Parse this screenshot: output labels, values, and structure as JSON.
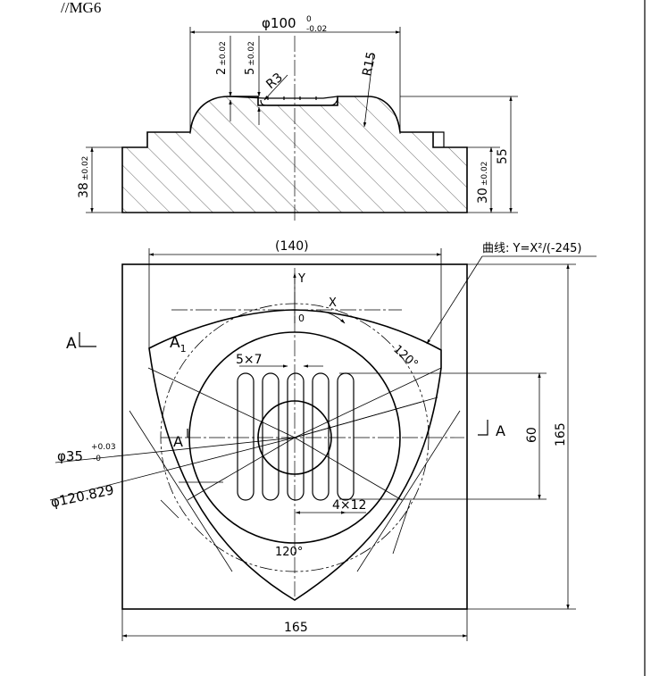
{
  "header": {
    "note": "//MG6"
  },
  "section_view": {
    "dim_diameter": "φ100",
    "dim_diameter_tol_upper": "0",
    "dim_diameter_tol_lower": "-0.02",
    "dim_depth_2": "2",
    "dim_depth_2_tol": "±0.02",
    "dim_depth_5": "5",
    "dim_depth_5_tol": "±0.02",
    "radius_small": "R3",
    "radius_large": "R15",
    "dim_height_38": "38",
    "dim_height_38_tol": "±0.02",
    "dim_height_30": "30",
    "dim_height_30_tol": "±0.02",
    "dim_height_55": "55"
  },
  "plan_view": {
    "dim_140": "(140)",
    "curve_note": "曲线: Y=X²/(-245)",
    "axis_y": "Y",
    "axis_x": "X",
    "origin": "0",
    "point_a1": "A",
    "point_a1_sub": "1",
    "angle_top": "120°",
    "angle_bottom": "120°",
    "slot_dim": "5×7",
    "slot_pitch": "4×12",
    "dim_diam_35": "φ35",
    "dim_diam_35_tol_upper": "+0.03",
    "dim_diam_35_tol_lower": "-0",
    "dim_diam_120": "φ120.829",
    "section_mark": "A",
    "dim_60": "60",
    "dim_165_width": "165",
    "dim_165_height": "165"
  }
}
